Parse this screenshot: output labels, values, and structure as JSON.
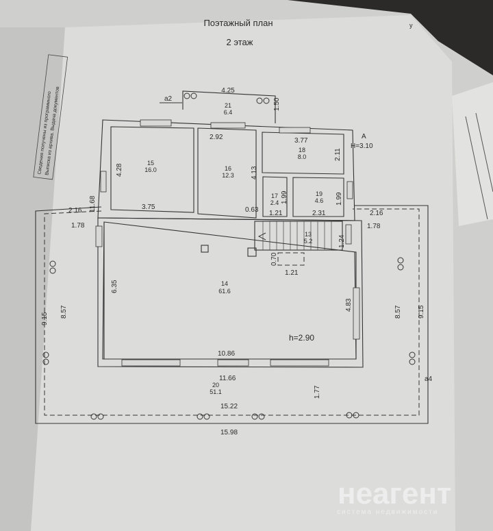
{
  "document": {
    "title_line1": "Поэтажный план",
    "title_line2": "2 этаж",
    "side_stamp_line1": "Сведения получены из программного",
    "side_stamp_line2": "Выписка из архива. Выдача документов",
    "corner_mark": "у"
  },
  "plan": {
    "axis_a2": "а2",
    "axis_a4": "а4",
    "axis_A": "А",
    "height_upper": "H=3.10",
    "height_main": "h=2.90",
    "rooms": [
      {
        "number": "21",
        "area": "6.4"
      },
      {
        "number": "15",
        "area": "16.0"
      },
      {
        "number": "16",
        "area": "12.3"
      },
      {
        "number": "18",
        "area": "8.0"
      },
      {
        "number": "17",
        "area": "2.4"
      },
      {
        "number": "19",
        "area": "4.6"
      },
      {
        "number": "13",
        "area": "5.2"
      },
      {
        "number": "14",
        "area": "61.6"
      },
      {
        "number": "20",
        "area": "51.1"
      }
    ],
    "dimensions": {
      "balcony_width": "4.25",
      "balcony_depth": "1.50",
      "r16_width": "2.92",
      "r18_width": "3.77",
      "r18_depth": "2.11",
      "r15_depth": "4.28",
      "r16_depth": "4.13",
      "r15_width": "3.75",
      "wall_063": "0.63",
      "r17_depth": "1.99",
      "r17_width": "1.21",
      "r19_width": "2.31",
      "r19_depth": "1.99",
      "left_terrace": "2.16",
      "right_terrace": "2.16",
      "left_178": "1.78",
      "right_178": "1.78",
      "upper_block": "11.68",
      "stair_124": "1.24",
      "niche_depth": "0.70",
      "niche_width": "1.21",
      "r14_depth": "6.35",
      "r14_right": "4.83",
      "left_857": "8.57",
      "right_857": "8.57",
      "left_915": "9.15",
      "right_915": "9.15",
      "r14_width": "10.86",
      "inner_total": "11.66",
      "front_177": "1.77",
      "terrace_width": "15.22",
      "overall_width": "15.98"
    }
  },
  "watermark": {
    "brand": "неагент",
    "tagline": "система недвижимости"
  }
}
